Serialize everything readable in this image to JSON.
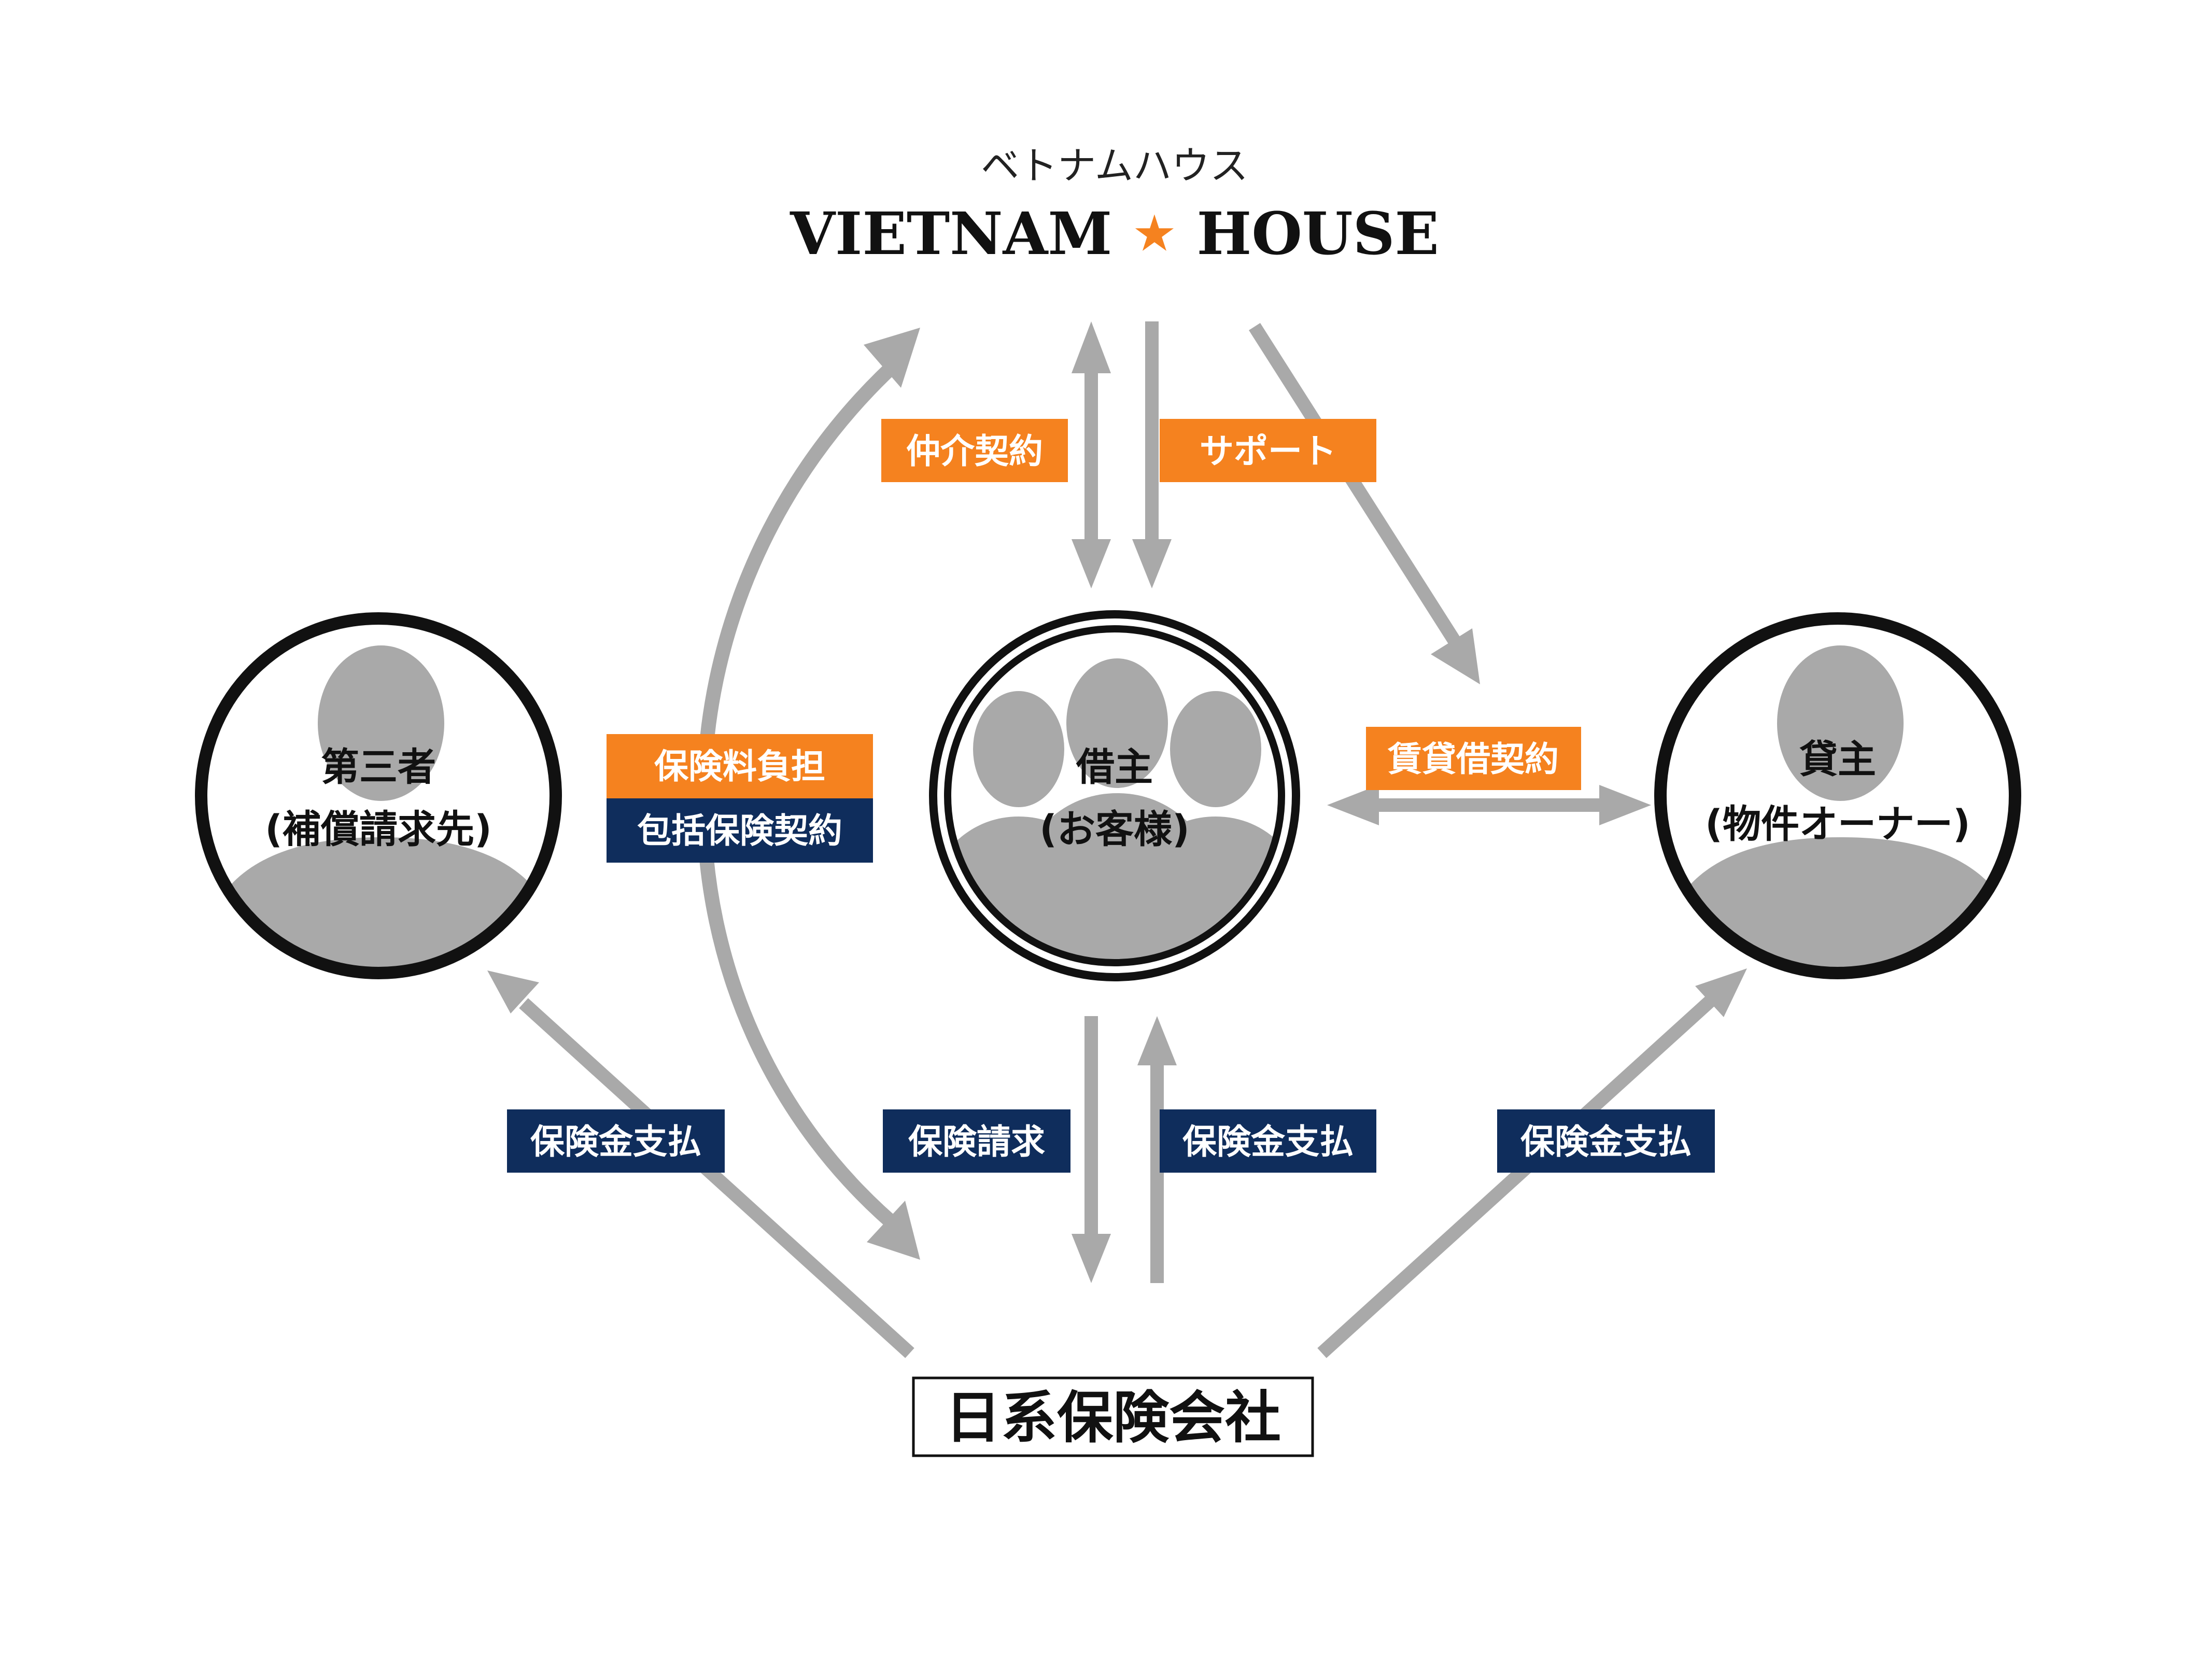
{
  "header": {
    "logo_kana": "ベトナムハウス",
    "logo_word_left": "VIETNAM",
    "logo_star": "★",
    "logo_word_right": "HOUSE"
  },
  "nodes": {
    "third_party": {
      "line1": "第三者",
      "line2": "(補償請求先)"
    },
    "borrower": {
      "line1": "借主",
      "line2": "(お客様)"
    },
    "lender": {
      "line1": "貸主",
      "line2": "(物件オーナー)"
    },
    "insurer": {
      "label": "日系保険会社"
    }
  },
  "labels": {
    "brokerage_contract": "仲介契約",
    "support": "サポート",
    "premium_burden": "保険料負担",
    "comprehensive_contract": "包括保険契約",
    "lease_contract": "賃貸借契約",
    "payout_third_party": "保険金支払",
    "insurance_claim": "保険請求",
    "payout_borrower": "保険金支払",
    "payout_lender": "保険金支払"
  },
  "colors": {
    "orange": "#f5821f",
    "navy": "#0f2d5c",
    "arrow_gray": "#a9a9a9",
    "silhouette_gray": "#a9a9a9",
    "ring_black": "#111111"
  }
}
